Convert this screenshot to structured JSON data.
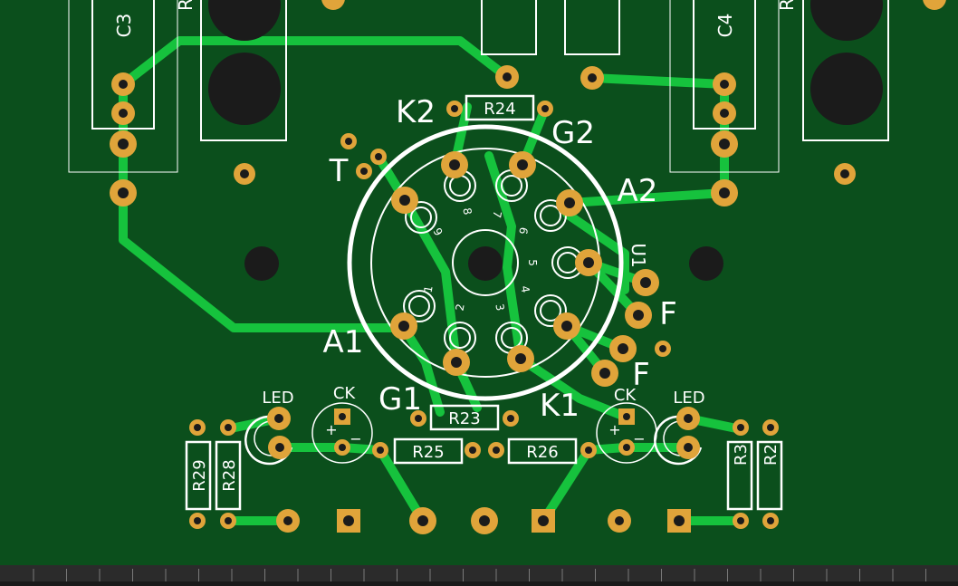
{
  "colors": {
    "board": "#0b4f1c",
    "copper": "#16c23d",
    "pad": "#e0a43a",
    "drill": "#1b1b1b",
    "silk": "#ffffff",
    "ruler": "#2b2b2b"
  },
  "labels": {
    "c3": "C3",
    "c4": "C4",
    "r_top_left": "R",
    "r_top_right": "R",
    "k2": "K2",
    "g2": "G2",
    "t": "T",
    "a2": "A2",
    "a1": "A1",
    "f_upper": "F",
    "f_lower": "F",
    "g1": "G1",
    "k1": "K1",
    "u1": "U1",
    "ck_left": "CK",
    "ck_right": "CK",
    "led_left": "LED",
    "led_right": "LED",
    "r24": "R24",
    "r23": "R23",
    "r25": "R25",
    "r26": "R26",
    "r29": "R29",
    "r28": "R28",
    "r3": "R3",
    "r2": "R2",
    "pin1": "1",
    "pin2": "2",
    "pin3": "3",
    "pin4": "4",
    "pin5": "5",
    "pin6": "6",
    "pin7": "7",
    "pin8": "8",
    "pin9": "9",
    "plus_left": "+",
    "minus_left": "−",
    "plus_right": "+",
    "minus_right": "−"
  }
}
